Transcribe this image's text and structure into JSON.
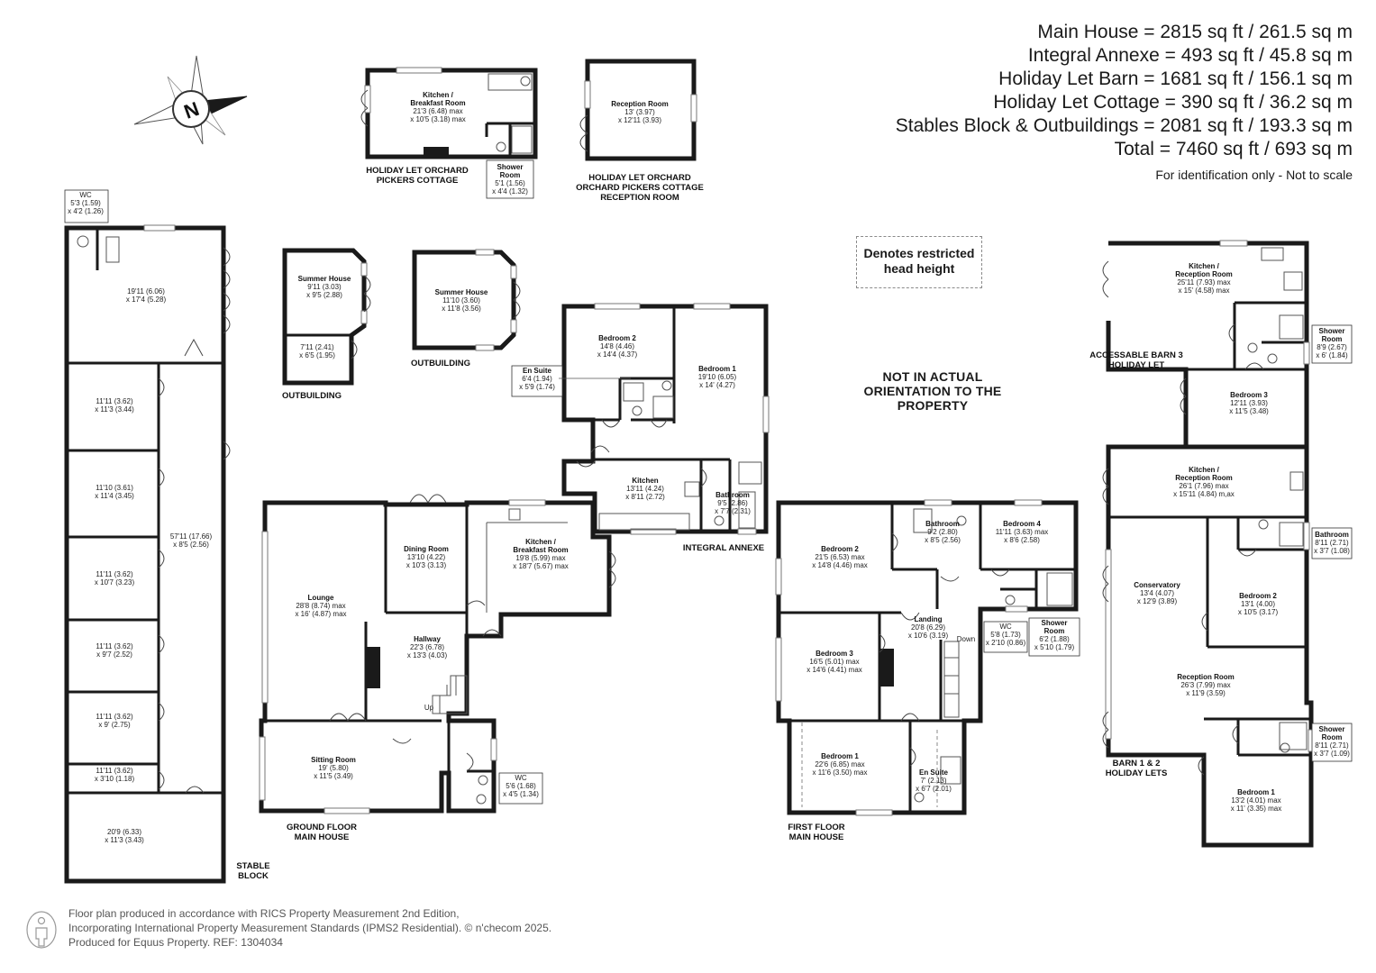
{
  "areas": [
    "Main House = 2815 sq ft / 261.5 sq m",
    "Integral Annexe = 493 sq ft / 45.8 sq m",
    "Holiday Let Barn = 1681 sq ft / 156.1 sq m",
    "Holiday Let Cottage = 390 sq ft / 36.2 sq m",
    "Stables Block & Outbuildings = 2081 sq ft / 193.3 sq m",
    "Total = 7460 sq ft / 693 sq m"
  ],
  "disclaimer": "For identification only - Not to scale",
  "restricted_note": "Denotes restricted head height",
  "orientation_note": "NOT IN ACTUAL ORIENTATION TO THE PROPERTY",
  "compass_letter": "N",
  "footer": {
    "line1": "Floor plan produced in accordance with RICS Property Measurement 2nd Edition,",
    "line2": "Incorporating International Property Measurement Standards (IPMS2 Residential).   © n'checom 2025.",
    "line3": "Produced for Equus Property.   REF: 1304034"
  },
  "section_labels": {
    "cottage": [
      "HOLIDAY LET ORCHARD",
      "PICKERS COTTAGE"
    ],
    "cottage_reception": [
      "HOLIDAY LET ORCHARD",
      "ORCHARD PICKERS COTTAGE",
      "RECEPTION ROOM"
    ],
    "outbuilding1": [
      "OUTBUILDING"
    ],
    "outbuilding2": [
      "OUTBUILDING"
    ],
    "stable": [
      "STABLE",
      "BLOCK"
    ],
    "ground": [
      "GROUND FLOOR",
      "MAIN HOUSE"
    ],
    "first": [
      "FIRST FLOOR",
      "MAIN HOUSE"
    ],
    "annexe": [
      "INTEGRAL ANNEXE"
    ],
    "barn3": [
      "ACCESSABLE BARN 3",
      "HOLIDAY LET"
    ],
    "barn12": [
      "BARN 1 & 2",
      "HOLIDAY LETS"
    ]
  },
  "rooms": [
    {
      "id": "cot-kitchen",
      "lines": [
        "Kitchen /",
        "Breakfast Room",
        "21'3 (6.48) max",
        "x 10'5 (3.18) max"
      ]
    },
    {
      "id": "cot-shower",
      "lines": [
        "Shower",
        "Room",
        "5'1 (1.56)",
        "x 4'4 (1.32)"
      ]
    },
    {
      "id": "cot-reception",
      "lines": [
        "Reception Room",
        "13' (3.97)",
        "x 12'11 (3.93)"
      ]
    },
    {
      "id": "stable-wc",
      "lines": [
        "WC",
        "5'3 (1.59)",
        "x 4'2 (1.26)"
      ]
    },
    {
      "id": "stable-1",
      "lines": [
        "19'11 (6.06)",
        "x 17'4 (5.28)"
      ]
    },
    {
      "id": "stable-2",
      "lines": [
        "11'11 (3.62)",
        "x 11'3 (3.44)"
      ]
    },
    {
      "id": "stable-3",
      "lines": [
        "11'10 (3.61)",
        "x 11'4 (3.45)"
      ]
    },
    {
      "id": "stable-4",
      "lines": [
        "11'11 (3.62)",
        "x 10'7 (3.23)"
      ]
    },
    {
      "id": "stable-5",
      "lines": [
        "11'11 (3.62)",
        "x 9'7 (2.52)"
      ]
    },
    {
      "id": "stable-6",
      "lines": [
        "11'11 (3.62)",
        "x 9' (2.75)"
      ]
    },
    {
      "id": "stable-7",
      "lines": [
        "11'11 (3.62)",
        "x 3'10 (1.18)"
      ]
    },
    {
      "id": "stable-8",
      "lines": [
        "20'9 (6.33)",
        "x 11'3 (3.43)"
      ]
    },
    {
      "id": "stable-corridor",
      "lines": [
        "57'11 (17.66)",
        "x 8'5 (2.56)"
      ]
    },
    {
      "id": "summer1",
      "lines": [
        "Summer House",
        "9'11 (3.03)",
        "x 9'5 (2.88)"
      ]
    },
    {
      "id": "summer1-store",
      "lines": [
        "7'11 (2.41)",
        "x 6'5 (1.95)"
      ]
    },
    {
      "id": "summer2",
      "lines": [
        "Summer House",
        "11'10 (3.60)",
        "x 11'8 (3.56)"
      ]
    },
    {
      "id": "gf-lounge",
      "lines": [
        "Lounge",
        "28'8 (8.74) max",
        "x 16' (4.87) max"
      ]
    },
    {
      "id": "gf-dining",
      "lines": [
        "Dining Room",
        "13'10 (4.22)",
        "x 10'3 (3.13)"
      ]
    },
    {
      "id": "gf-kitchen",
      "lines": [
        "Kitchen /",
        "Breakfast Room",
        "19'8 (5.99) max",
        "x 18'7 (5.67) max"
      ]
    },
    {
      "id": "gf-hallway",
      "lines": [
        "Hallway",
        "22'3 (6.78)",
        "x 13'3 (4.03)"
      ]
    },
    {
      "id": "gf-sitting",
      "lines": [
        "Sitting Room",
        "19' (5.80)",
        "x 11'5 (3.49)"
      ]
    },
    {
      "id": "gf-wc",
      "lines": [
        "WC",
        "5'6 (1.68)",
        "x 4'5 (1.34)"
      ]
    },
    {
      "id": "an-bed2",
      "lines": [
        "Bedroom 2",
        "14'8 (4.46)",
        "x 14'4 (4.37)"
      ]
    },
    {
      "id": "an-bed1",
      "lines": [
        "Bedroom 1",
        "19'10 (6.05)",
        "x 14' (4.27)"
      ]
    },
    {
      "id": "an-ensuite",
      "lines": [
        "En Suite",
        "6'4 (1.94)",
        "x 5'9 (1.74)"
      ]
    },
    {
      "id": "an-kitchen",
      "lines": [
        "Kitchen",
        "13'11 (4.24)",
        "x 8'11 (2.72)"
      ]
    },
    {
      "id": "an-bath",
      "lines": [
        "Bathroom",
        "9'5 (2.86)",
        "x 7'7 (2.31)"
      ]
    },
    {
      "id": "ff-bed2",
      "lines": [
        "Bedroom 2",
        "21'5 (6.53) max",
        "x 14'8 (4.46) max"
      ]
    },
    {
      "id": "ff-bath",
      "lines": [
        "Bathroom",
        "9'2 (2.80)",
        "x 8'5 (2.56)"
      ]
    },
    {
      "id": "ff-bed4",
      "lines": [
        "Bedroom 4",
        "11'11 (3.63) max",
        "x 8'6 (2.58)"
      ]
    },
    {
      "id": "ff-landing",
      "lines": [
        "Landing",
        "20'8 (6.29)",
        "x 10'6 (3.19)"
      ]
    },
    {
      "id": "ff-bed3",
      "lines": [
        "Bedroom 3",
        "16'5 (5.01) max",
        "x 14'6 (4.41) max"
      ]
    },
    {
      "id": "ff-wc",
      "lines": [
        "WC",
        "5'8 (1.73)",
        "x 2'10 (0.86)"
      ]
    },
    {
      "id": "ff-shower",
      "lines": [
        "Shower",
        "Room",
        "6'2 (1.88)",
        "x 5'10 (1.79)"
      ]
    },
    {
      "id": "ff-bed1",
      "lines": [
        "Bedroom 1",
        "22'6 (6.85) max",
        "x 11'6 (3.50) max"
      ]
    },
    {
      "id": "ff-ensuite",
      "lines": [
        "En Suite",
        "7' (2.13)",
        "x 6'7 (2.01)"
      ]
    },
    {
      "id": "b3-kitchen",
      "lines": [
        "Kitchen /",
        "Reception Room",
        "25'11 (7.93) max",
        "x 15' (4.58) max"
      ]
    },
    {
      "id": "b3-shower",
      "lines": [
        "Shower",
        "Room",
        "8'9 (2.67)",
        "x 6' (1.84)"
      ]
    },
    {
      "id": "b3-bed3",
      "lines": [
        "Bedroom 3",
        "12'11 (3.93)",
        "x 11'5 (3.48)"
      ]
    },
    {
      "id": "b2-kitchen",
      "lines": [
        "Kitchen /",
        "Reception Room",
        "26'1 (7.96) max",
        "x 15'11 (4.84) m,ax"
      ]
    },
    {
      "id": "b2-bath",
      "lines": [
        "Bathroom",
        "8'11 (2.71)",
        "x 3'7 (1.08)"
      ]
    },
    {
      "id": "b2-conservatory",
      "lines": [
        "Conservatory",
        "13'4 (4.07)",
        "x 12'9 (3.89)"
      ]
    },
    {
      "id": "b2-bed2",
      "lines": [
        "Bedroom 2",
        "13'1 (4.00)",
        "x 10'5 (3.17)"
      ]
    },
    {
      "id": "b1-reception",
      "lines": [
        "Reception Room",
        "26'3 (7.99) max",
        "x 11'9 (3.59)"
      ]
    },
    {
      "id": "b1-shower",
      "lines": [
        "Shower",
        "Room",
        "8'11 (2.71)",
        "x 3'7 (1.09)"
      ]
    },
    {
      "id": "b1-bed1",
      "lines": [
        "Bedroom 1",
        "13'2 (4.01) max",
        "x 11' (3.35) max"
      ]
    }
  ],
  "stair_labels": {
    "up": "Up",
    "down": "Down"
  }
}
